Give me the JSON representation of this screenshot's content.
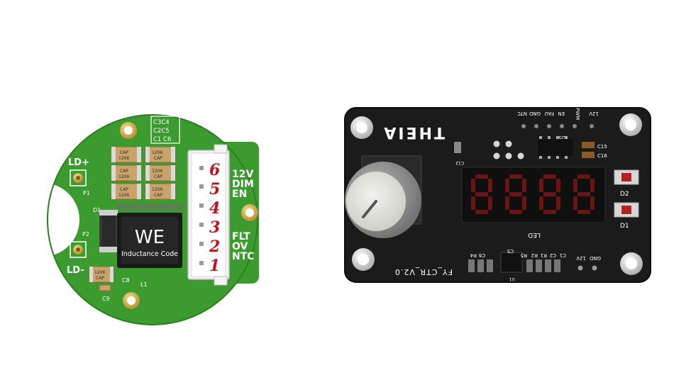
{
  "left_board": {
    "cap_group_label": [
      "C3C4",
      "C2C5",
      "C1 C6"
    ],
    "ld_plus": "LD+",
    "ld_minus": "LD-",
    "p1": "P1",
    "p2": "P2",
    "d1": "D1",
    "c8": "C8",
    "l1": "L1",
    "c9": "C9",
    "cap_size": "1206",
    "cap_word": "CAP",
    "inductor_brand": "WE",
    "inductor_sub": "Inductance Code",
    "pin_labels_top": [
      "12V",
      "DIM",
      "EN"
    ],
    "pin_labels_bottom": [
      "FLT",
      "OV",
      "NTC"
    ],
    "handwritten_pins": [
      "6",
      "5",
      "4",
      "3",
      "2",
      "1"
    ]
  },
  "right_board": {
    "brand": "THEIA",
    "model": "FY_CTR_V2.0",
    "top_header_labels": [
      "NTC",
      "GND",
      "FAU",
      "EN",
      "PWM",
      "12V"
    ],
    "led_label": "LED",
    "u5": "U5",
    "c15": "C15",
    "c16": "C16",
    "c12": "C12",
    "d2": "D2",
    "d1": "D1",
    "bottom_labels": [
      "R4",
      "C6",
      "C5",
      "R5",
      "R2",
      "R1",
      "C2",
      "C1"
    ],
    "bottom_header": [
      "12V",
      "GND"
    ],
    "u1": "U1",
    "display_digits": "8888"
  },
  "colors": {
    "left_pcb": "#3c9b2e",
    "right_pcb": "#1b1b1b",
    "handwriting": "#c0141a",
    "led_off": "#6b1414",
    "gold": "#c9a44b"
  }
}
